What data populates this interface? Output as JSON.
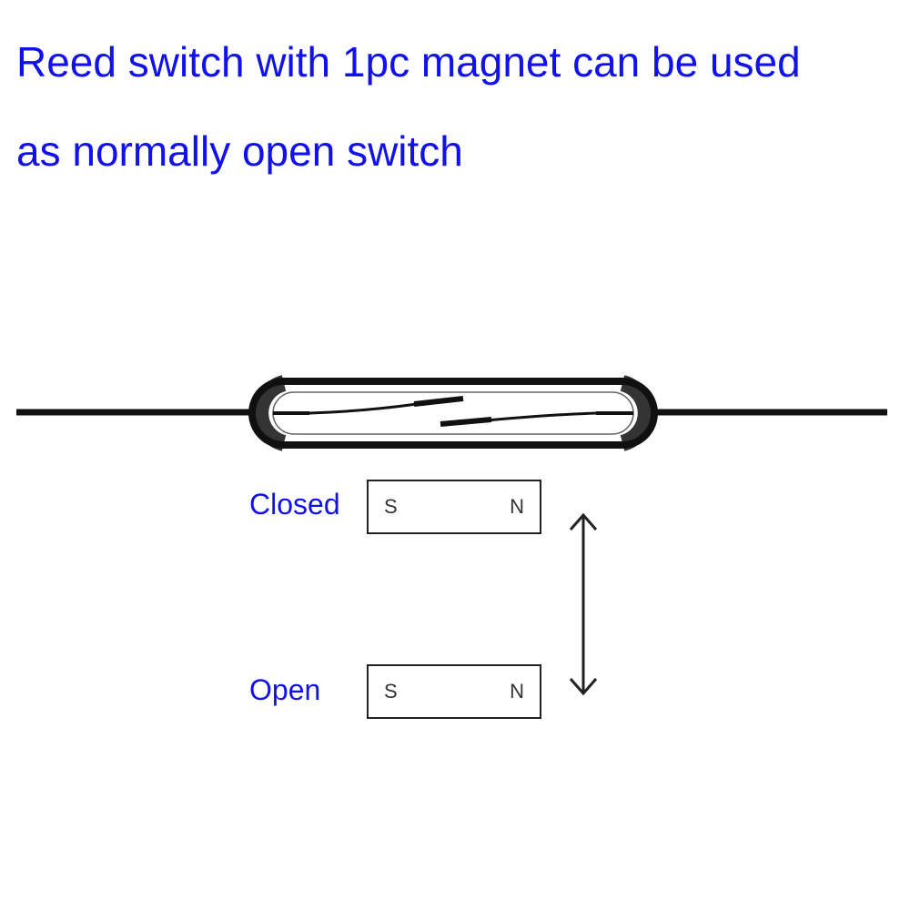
{
  "title": {
    "line1": "Reed switch with 1pc magnet can be used",
    "line2": "as normally open switch"
  },
  "states": {
    "closed": {
      "label": "Closed",
      "south_pole": "S",
      "north_pole": "N"
    },
    "open": {
      "label": "Open",
      "south_pole": "S",
      "north_pole": "N"
    }
  },
  "colors": {
    "text": "#1111ee",
    "drawing": "#111111"
  },
  "icons": {
    "movement": "double-arrow-vertical-icon"
  }
}
